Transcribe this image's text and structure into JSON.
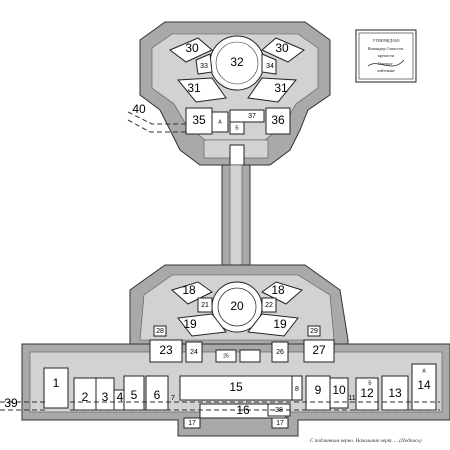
{
  "rooms": {
    "r1": "1",
    "r2": "2",
    "r3": "3",
    "r4": "4",
    "r5": "5",
    "r6": "6",
    "r7": "7",
    "r8": "8",
    "r9": "9",
    "r10": "10",
    "r11": "11",
    "r12": "12",
    "r13": "13",
    "r14": "14",
    "r15": "15",
    "r16": "16",
    "r17a": "17",
    "r17b": "17",
    "r18a": "18",
    "r18b": "18",
    "r19a": "19",
    "r19b": "19",
    "r20": "20",
    "r21": "21",
    "r22": "22",
    "r23": "23",
    "r24": "24",
    "r25": "25",
    "r26": "26",
    "r27": "27",
    "r28": "28",
    "r29": "29",
    "r30a": "30",
    "r30b": "30",
    "r31a": "31",
    "r31b": "31",
    "r32": "32",
    "r33": "33",
    "r34": "34",
    "r35": "35",
    "r36": "36",
    "r37": "37",
    "r38": "38"
  },
  "markers": {
    "m39": "39",
    "m40": "40"
  },
  "small_marks": {
    "a1": "A",
    "a2": "A",
    "b1": "Б",
    "b2": "Б"
  },
  "stamp": {
    "lines": [
      "УТВЕРЖДАЮ",
      "Командир Севастоп.",
      "крепости",
      "Генерал-",
      "лейтенант"
    ]
  },
  "footnote": "С подлинным верно. Начальник черт. ... (Подпись)"
}
